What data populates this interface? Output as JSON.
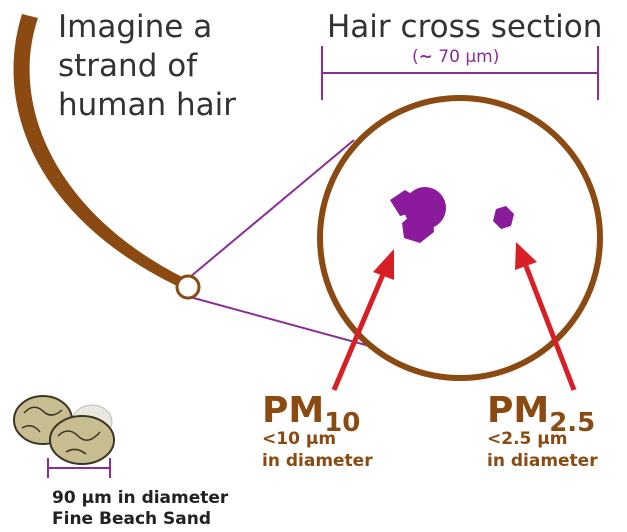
{
  "intro_text": {
    "line1": "Imagine a",
    "line2": "strand of",
    "line3": "human hair"
  },
  "cross_section": {
    "title": "Hair cross section",
    "scale_approx": "~",
    "scale_value": "70 µm"
  },
  "pm10": {
    "label": "PM",
    "subscript": "10",
    "size_line": "<10 µm",
    "diameter_line": "in diameter"
  },
  "pm25": {
    "label": "PM",
    "subscript": "2.5",
    "size_line": "<2.5 µm",
    "diameter_line": "in diameter"
  },
  "sand": {
    "line1": "90 µm in diameter",
    "line2": "Fine Beach Sand"
  },
  "colors": {
    "hair": "#8a4a11",
    "particle": "#8b1a9c",
    "scale_line": "#8b2d96",
    "arrow": "#d91f26",
    "sand_fill": "#c8bd90"
  }
}
